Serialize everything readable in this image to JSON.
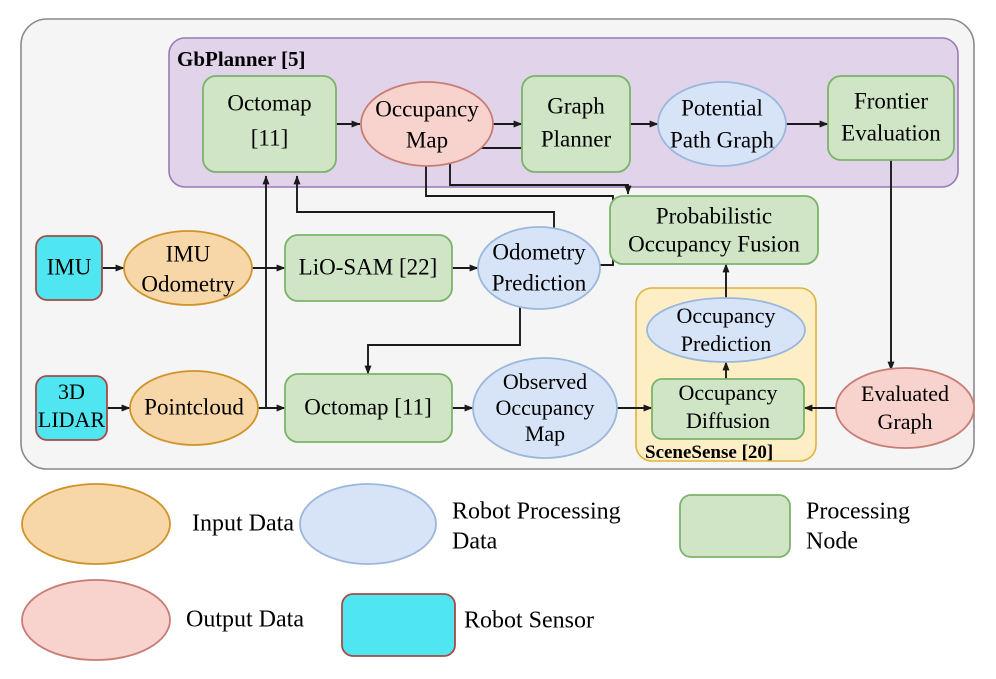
{
  "figure": {
    "type": "system-architecture-flow-diagram",
    "outer_container": {
      "label": ""
    },
    "containers": [
      {
        "id": "gbplanner",
        "label": "GbPlanner [5]",
        "fill": "#e1d4ea",
        "stroke": "#9a79b6"
      },
      {
        "id": "scenesense",
        "label": "SceneSense [20]",
        "fill": "#fdeec6",
        "stroke": "#e0b43a"
      }
    ],
    "colors": {
      "processing_node_fill": "#cfe5c6",
      "processing_node_stroke": "#7cb36a",
      "robot_processing_data_fill": "#d7e4f7",
      "robot_processing_data_stroke": "#9ab7dc",
      "input_data_fill": "#f7d6a8",
      "input_data_stroke": "#cf932c",
      "output_data_fill": "#f8d2cd",
      "output_data_stroke": "#c87d74",
      "robot_sensor_fill": "#4fe6f2",
      "robot_sensor_stroke": "#a54b46",
      "outer_fill": "#f5f5f5",
      "outer_stroke": "#8a8a8a",
      "arrow": "#1a1a1a"
    },
    "nodes": [
      {
        "id": "octomap_top",
        "label_lines": [
          "Octomap",
          "[11]"
        ],
        "kind": "processing-node"
      },
      {
        "id": "occupancy_map",
        "label_lines": [
          "Occupancy",
          "Map"
        ],
        "kind": "output-data"
      },
      {
        "id": "graph_planner",
        "label_lines": [
          "Graph",
          "Planner"
        ],
        "kind": "processing-node"
      },
      {
        "id": "potential_path",
        "label_lines": [
          "Potential",
          "Path Graph"
        ],
        "kind": "robot-processing-data"
      },
      {
        "id": "frontier_eval",
        "label_lines": [
          "Frontier",
          "Evaluation"
        ],
        "kind": "processing-node"
      },
      {
        "id": "prob_fusion",
        "label_lines": [
          "Probabilistic",
          "Occupancy Fusion"
        ],
        "kind": "processing-node"
      },
      {
        "id": "imu",
        "label_lines": [
          "IMU"
        ],
        "kind": "robot-sensor"
      },
      {
        "id": "imu_odometry",
        "label_lines": [
          "IMU",
          "Odometry"
        ],
        "kind": "input-data"
      },
      {
        "id": "lio_sam",
        "label_lines": [
          "LiO-SAM [22]"
        ],
        "kind": "processing-node"
      },
      {
        "id": "odom_prediction",
        "label_lines": [
          "Odometry",
          "Prediction"
        ],
        "kind": "robot-processing-data"
      },
      {
        "id": "occ_prediction",
        "label_lines": [
          "Occupancy",
          "Prediction"
        ],
        "kind": "robot-processing-data"
      },
      {
        "id": "lidar",
        "label_lines": [
          "3D",
          "LIDAR"
        ],
        "kind": "robot-sensor"
      },
      {
        "id": "pointcloud",
        "label_lines": [
          "Pointcloud"
        ],
        "kind": "input-data"
      },
      {
        "id": "octomap_bottom",
        "label_lines": [
          "Octomap [11]"
        ],
        "kind": "processing-node"
      },
      {
        "id": "observed_occ_map",
        "label_lines": [
          "Observed",
          "Occupancy",
          "Map"
        ],
        "kind": "robot-processing-data"
      },
      {
        "id": "occ_diffusion",
        "label_lines": [
          "Occupancy",
          "Diffusion"
        ],
        "kind": "processing-node"
      },
      {
        "id": "evaluated_graph",
        "label_lines": [
          "Evaluated",
          "Graph"
        ],
        "kind": "output-data"
      }
    ],
    "edges": [
      {
        "from": "octomap_top",
        "to": "occupancy_map"
      },
      {
        "from": "occupancy_map",
        "to": "graph_planner"
      },
      {
        "from": "graph_planner",
        "to": "potential_path"
      },
      {
        "from": "potential_path",
        "to": "frontier_eval"
      },
      {
        "from": "graph_planner",
        "to": "prob_fusion"
      },
      {
        "from": "imu",
        "to": "imu_odometry"
      },
      {
        "from": "imu_odometry",
        "to": "lio_sam"
      },
      {
        "from": "lio_sam",
        "to": "odom_prediction"
      },
      {
        "from": "odom_prediction",
        "to": "octomap_top"
      },
      {
        "from": "odom_prediction",
        "to": "occupancy_map"
      },
      {
        "from": "odom_prediction",
        "to": "octomap_bottom"
      },
      {
        "from": "lidar",
        "to": "pointcloud"
      },
      {
        "from": "pointcloud",
        "to": "octomap_bottom"
      },
      {
        "from": "pointcloud",
        "to": "octomap_top"
      },
      {
        "from": "octomap_bottom",
        "to": "observed_occ_map"
      },
      {
        "from": "observed_occ_map",
        "to": "occ_diffusion"
      },
      {
        "from": "occ_diffusion",
        "to": "occ_prediction"
      },
      {
        "from": "occ_prediction",
        "to": "prob_fusion"
      },
      {
        "from": "frontier_eval",
        "to": "evaluated_graph"
      },
      {
        "from": "evaluated_graph",
        "to": "occ_diffusion"
      }
    ]
  },
  "legend": {
    "items": [
      {
        "id": "input-data",
        "label": "Input Data",
        "shape": "ellipse",
        "fill": "#f7d6a8",
        "stroke": "#cf932c"
      },
      {
        "id": "robot-processing-data",
        "label_lines": [
          "Robot Processing",
          "Data"
        ],
        "label": "Robot Processing Data",
        "shape": "ellipse",
        "fill": "#d7e4f7",
        "stroke": "#9ab7dc"
      },
      {
        "id": "processing-node",
        "label_lines": [
          "Processing",
          "Node"
        ],
        "label": "Processing Node",
        "shape": "rounded-rect",
        "fill": "#cfe5c6",
        "stroke": "#7cb36a"
      },
      {
        "id": "output-data",
        "label": "Output Data",
        "shape": "ellipse",
        "fill": "#f8d2cd",
        "stroke": "#c87d74"
      },
      {
        "id": "robot-sensor",
        "label": "Robot Sensor",
        "shape": "rounded-rect",
        "fill": "#4fe6f2",
        "stroke": "#a54b46"
      }
    ]
  }
}
